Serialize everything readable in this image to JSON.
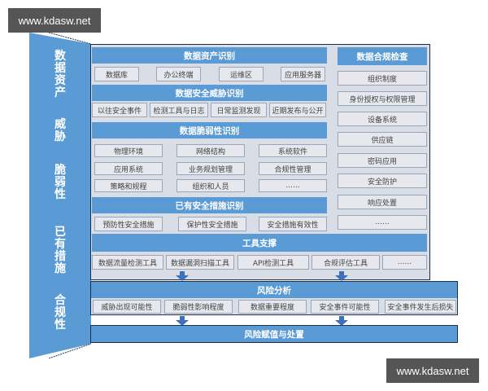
{
  "watermarks": {
    "top": "www.kdasw.net",
    "bottom": "www.kdasw.net"
  },
  "side_labels": [
    {
      "id": "data-assets",
      "text": "数\n据\n资\n产"
    },
    {
      "id": "threat",
      "text": "威\n胁"
    },
    {
      "id": "vulnerability",
      "text": "脆\n弱\n性"
    },
    {
      "id": "existing-measures",
      "text": "已\n有\n措\n施"
    },
    {
      "id": "compliance",
      "text": "合\n规\n性"
    }
  ],
  "sections": {
    "asset_id": {
      "title": "数据资产识别",
      "items": [
        "数据库",
        "办公终端",
        "运维区",
        "应用服务器"
      ]
    },
    "threat_id": {
      "title": "数据安全威胁识别",
      "items": [
        "以往安全事件",
        "检测工具与日志",
        "日常监测发现",
        "近期发布与公开"
      ]
    },
    "vuln_id": {
      "title": "数据脆弱性识别",
      "items": [
        "物理环境",
        "网络结构",
        "系统软件",
        "应用系统",
        "业务规划管理",
        "合规性管理",
        "策略和规程",
        "组织和人员",
        "......"
      ]
    },
    "measures_id": {
      "title": "已有安全措施识别",
      "items": [
        "预防性安全措施",
        "保护性安全措施",
        "安全措施有效性"
      ]
    },
    "compliance_check": {
      "title": "数据合规检查",
      "items": [
        "组织制度",
        "身份授权与权限管理",
        "设备系统",
        "供应链",
        "密码应用",
        "安全防护",
        "响应处置",
        "......"
      ]
    },
    "tools": {
      "title": "工具支撑",
      "items": [
        "数据流量检测工具",
        "数据漏洞扫描工具",
        "API检测工具",
        "合规评估工具",
        "......"
      ]
    },
    "risk_analysis": {
      "title": "风险分析",
      "items": [
        "威胁出现可能性",
        "脆弱性影响程度",
        "数据重要程度",
        "安全事件可能性",
        "安全事件发生后损失"
      ]
    },
    "risk_treatment": {
      "title": "风险赋值与处置"
    }
  },
  "colors": {
    "band_blue": "#5b9bd5",
    "cell_bg": "#e6e8ee",
    "frame_border": "#1f2f4a",
    "arrow": "#3d6fbf"
  }
}
